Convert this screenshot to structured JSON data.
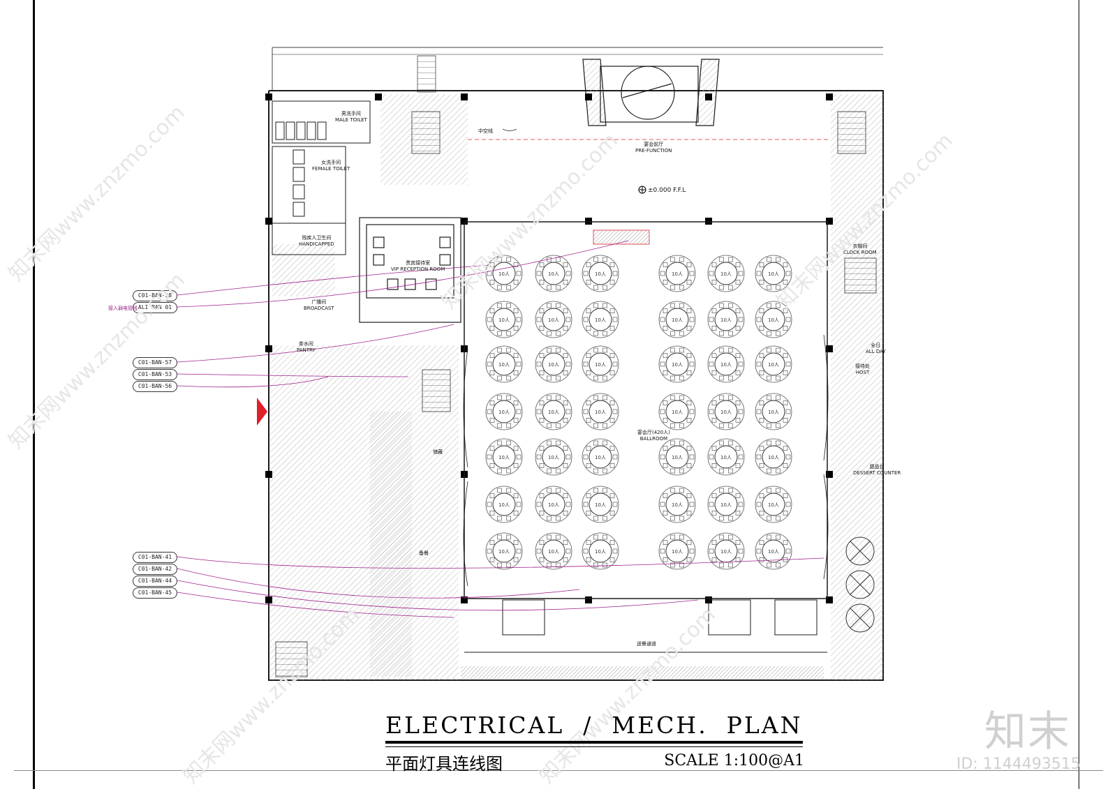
{
  "title": {
    "main": "ELECTRICAL  /  MECH.  PLAN",
    "subtitle": "平面灯具连线图",
    "scale": "SCALE  1:100@A1"
  },
  "watermark": {
    "logo": "知末",
    "id": "ID: 1144493515",
    "diagonal": "知末网www.znzmo.com"
  },
  "level_mark": "±0.000 F.F.L",
  "rooms": {
    "pre_function": "宴会前厅",
    "pre_function_en": "PRE-FUNCTION",
    "ballroom": "宴会厅(420人)",
    "ballroom_en": "BALLROOM",
    "vip": "贵宾接待室",
    "vip_en": "VIP RECEPTION ROOM",
    "male": "男洗手间",
    "male_en": "MALE TOILET",
    "female": "女洗手间",
    "female_en": "FEMALE TOILET",
    "handicapped": "残疾人卫生间",
    "handicapped_en": "HANDICAPPED",
    "corridor": "送餐通道",
    "center_line": "中空线",
    "clock_room": "衣帽间",
    "clock_room_en": "CLOCK ROOM",
    "all_day": "全日",
    "all_day_en": "ALL DAY",
    "host": "接待处",
    "host_en": "HOST",
    "dessert": "甜品台",
    "dessert_en": "DESSERT COUNTER",
    "broadcast": "广播间",
    "broadcast_en": "BROADCAST",
    "pantry": "茶水间",
    "pantry_en": "PANTRY",
    "fire_room": "储藏",
    "kitchen": "备餐"
  },
  "table_label": "10人",
  "callouts": {
    "c1": "C01-BAN-58",
    "c2": "ALI BAN 01",
    "c3": "C01-BAN-57",
    "c4": "C01-BAN-53",
    "c5": "C01-BAN-56",
    "c6": "C01-BAN-41",
    "c7": "C01-BAN-42",
    "c8": "C01-BAN-44",
    "c9": "C01-BAN-45",
    "note": "接入弱电管线"
  },
  "colors": {
    "wire": "#a0208c",
    "accent_red": "#e0202a",
    "hatch": "#9a9a9a",
    "line": "#1a1a1a"
  }
}
